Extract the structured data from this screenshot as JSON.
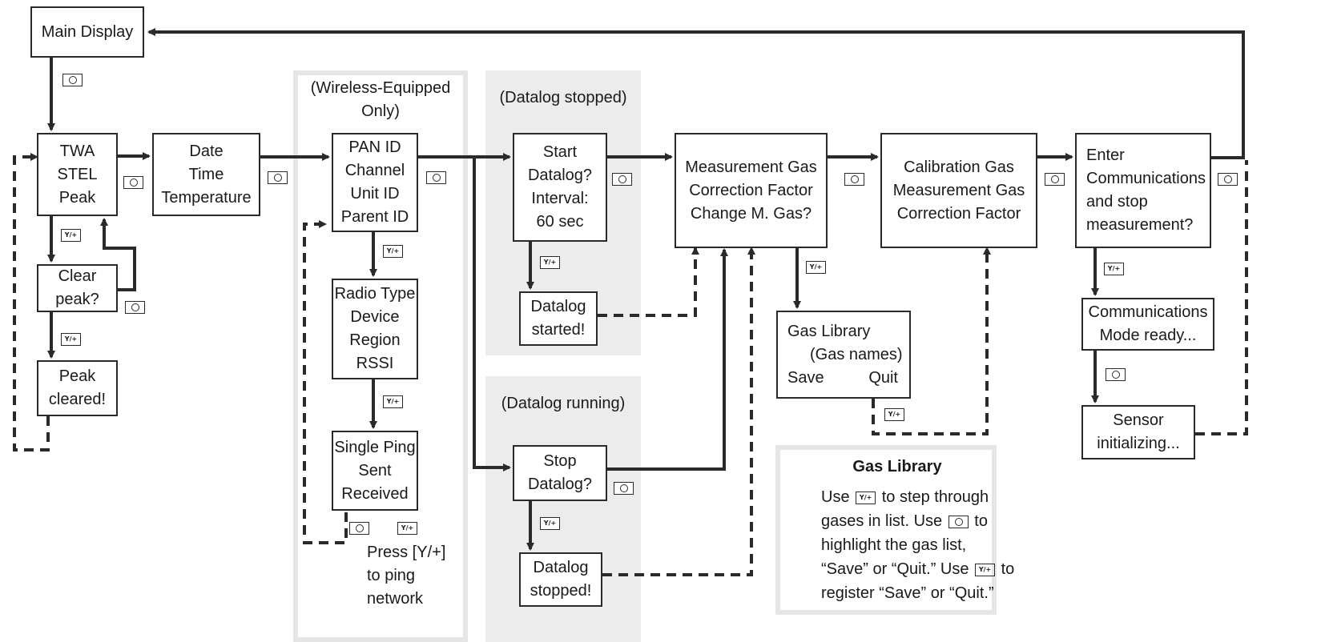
{
  "boxes": {
    "main_display": "Main Display",
    "twa": [
      "TWA",
      "STEL",
      "Peak"
    ],
    "clear_peak": [
      "Clear",
      "peak?"
    ],
    "peak_cleared": [
      "Peak",
      "cleared!"
    ],
    "date_time": [
      "Date",
      "Time",
      "Temperature"
    ],
    "pan_id": [
      "PAN ID",
      "Channel",
      "Unit ID",
      "Parent ID"
    ],
    "radio_type": [
      "Radio Type",
      "Device",
      "Region",
      "RSSI"
    ],
    "single_ping": [
      "Single Ping",
      "Sent",
      "Received"
    ],
    "start_datalog": [
      "Start",
      "Datalog?",
      "Interval:",
      "60 sec"
    ],
    "datalog_started": [
      "Datalog",
      "started!"
    ],
    "stop_datalog": [
      "Stop",
      "Datalog?"
    ],
    "datalog_stopped": [
      "Datalog",
      "stopped!"
    ],
    "measurement_gas": [
      "Measurement Gas",
      "Correction Factor",
      "Change M. Gas?"
    ],
    "calibration_gas": [
      "Calibration Gas",
      "Measurement Gas",
      "Correction Factor"
    ],
    "gas_library_box": {
      "title": "Gas Library",
      "subtitle": "(Gas names)",
      "save": "Save",
      "quit": "Quit"
    },
    "enter_comms": [
      "Enter",
      "Communications",
      "and stop",
      "measurement?"
    ],
    "comms_ready": [
      "Communications",
      "Mode ready..."
    ],
    "sensor_init": [
      "Sensor",
      "initializing..."
    ]
  },
  "labels": {
    "wireless_only": [
      "(Wireless-Equipped",
      "Only)"
    ],
    "datalog_stopped_panel": "(Datalog stopped)",
    "datalog_running_panel": "(Datalog running)",
    "press_ping": [
      "Press [Y/+]",
      "to ping",
      "network"
    ]
  },
  "keys": {
    "yes": "Y/+",
    "power": ""
  },
  "gas_library_help": {
    "title": "Gas Library",
    "line1_a": "Use",
    "line1_b": "to step through",
    "line2": "gases in list. Use",
    "line2_b": "to",
    "line3": "highlight the gas list,",
    "line4_a": "“Save” or “Quit.”  Use",
    "line4_b": "to",
    "line5": "register “Save” or “Quit.”"
  },
  "colors": {
    "line": "#2a2a2a",
    "panel": "#ececec",
    "panel_border": "#e6e6e6"
  }
}
